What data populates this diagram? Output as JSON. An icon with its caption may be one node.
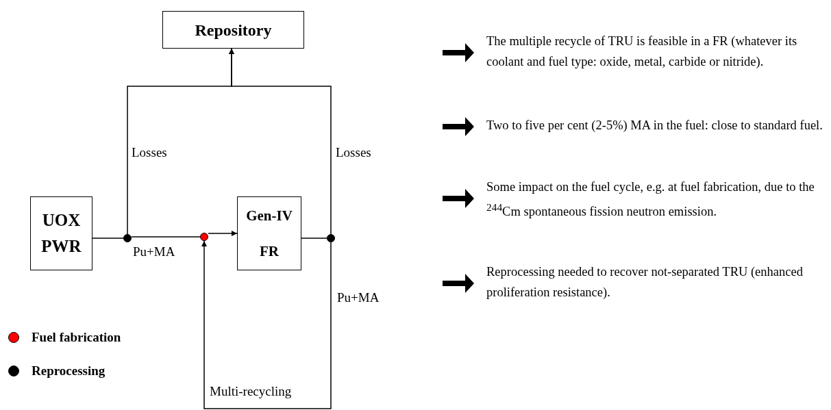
{
  "diagram": {
    "nodes": [
      {
        "text": [
          "Repository"
        ]
      },
      {
        "text": [
          "UOX PWR"
        ]
      },
      {
        "text": [],
        "shape": "circle"
      },
      {
        "text": [],
        "shape": "circle"
      },
      {
        "text": [
          "Gen-IV FR"
        ]
      },
      {
        "text": [],
        "shape": "circle"
      }
    ],
    "edges": [
      {
        "from": 1,
        "to": 2,
        "arrow": "none"
      },
      {
        "from": 2,
        "to": 3,
        "arrow": "none",
        "label": "Pu+MA"
      },
      {
        "from": 3,
        "to": 4,
        "arrow": "to"
      },
      {
        "from": 2,
        "to": 0,
        "arrow": "to",
        "label": "Losses"
      },
      {
        "from": 4,
        "to": 5,
        "arrow": "none"
      },
      {
        "from": 5,
        "to": 0,
        "arrow": "to",
        "label": "Losses"
      },
      {
        "from": 5,
        "to": 3,
        "arrow": "to",
        "label": "Pu+MA"
      }
    ],
    "labels": [
      "Multi-recycling",
      "The multiple recycle of TRU is feasible in a FR (whatever its coolant and fuel type: oxide, metal, carbide or nitride).",
      "Two to five per cent (2-5%) MA in the fuel: close to standard fuel.",
      "Some impact on the fuel cycle, e.g. at fuel fabrication, due to the $^{244}$Cm spontaneous fission neutron emission.",
      "Reprocessing needed to recover not-separated TRU (enhanced proliferation resistance)."
    ],
    "legend": [
      {
        "text": "Fuel fabrication",
        "color": "#ff0000"
      },
      {
        "text": "Reprocessing",
        "color": "#000000"
      }
    ]
  }
}
